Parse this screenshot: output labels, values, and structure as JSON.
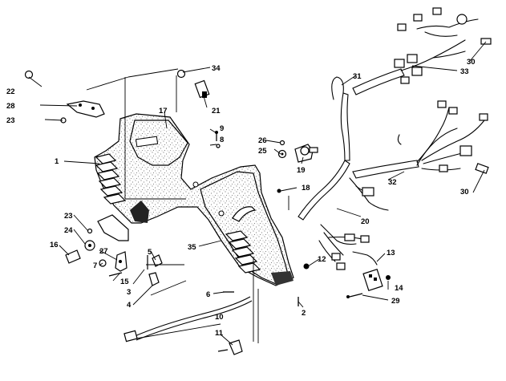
{
  "diagram": {
    "callouts": [
      {
        "id": "c1",
        "text": "1"
      },
      {
        "id": "c2",
        "text": "2"
      },
      {
        "id": "c3",
        "text": "3"
      },
      {
        "id": "c4",
        "text": "4"
      },
      {
        "id": "c5",
        "text": "5"
      },
      {
        "id": "c6",
        "text": "6"
      },
      {
        "id": "c7",
        "text": "7"
      },
      {
        "id": "c8",
        "text": "8"
      },
      {
        "id": "c9",
        "text": "9"
      },
      {
        "id": "c10",
        "text": "10"
      },
      {
        "id": "c11",
        "text": "11"
      },
      {
        "id": "c12",
        "text": "12"
      },
      {
        "id": "c13",
        "text": "13"
      },
      {
        "id": "c14",
        "text": "14"
      },
      {
        "id": "c15",
        "text": "15"
      },
      {
        "id": "c16",
        "text": "16"
      },
      {
        "id": "c17",
        "text": "17"
      },
      {
        "id": "c18",
        "text": "18"
      },
      {
        "id": "c19",
        "text": "19"
      },
      {
        "id": "c20",
        "text": "20"
      },
      {
        "id": "c21",
        "text": "21"
      },
      {
        "id": "c22",
        "text": "22"
      },
      {
        "id": "c23a",
        "text": "23"
      },
      {
        "id": "c23b",
        "text": "23"
      },
      {
        "id": "c24",
        "text": "24"
      },
      {
        "id": "c25",
        "text": "25"
      },
      {
        "id": "c26",
        "text": "26"
      },
      {
        "id": "c27",
        "text": "27"
      },
      {
        "id": "c28",
        "text": "28"
      },
      {
        "id": "c29",
        "text": "29"
      },
      {
        "id": "c30a",
        "text": "30"
      },
      {
        "id": "c30b",
        "text": "30"
      },
      {
        "id": "c31",
        "text": "31"
      },
      {
        "id": "c32",
        "text": "32"
      },
      {
        "id": "c33",
        "text": "33"
      },
      {
        "id": "c34",
        "text": "34"
      },
      {
        "id": "c35",
        "text": "35"
      }
    ]
  }
}
